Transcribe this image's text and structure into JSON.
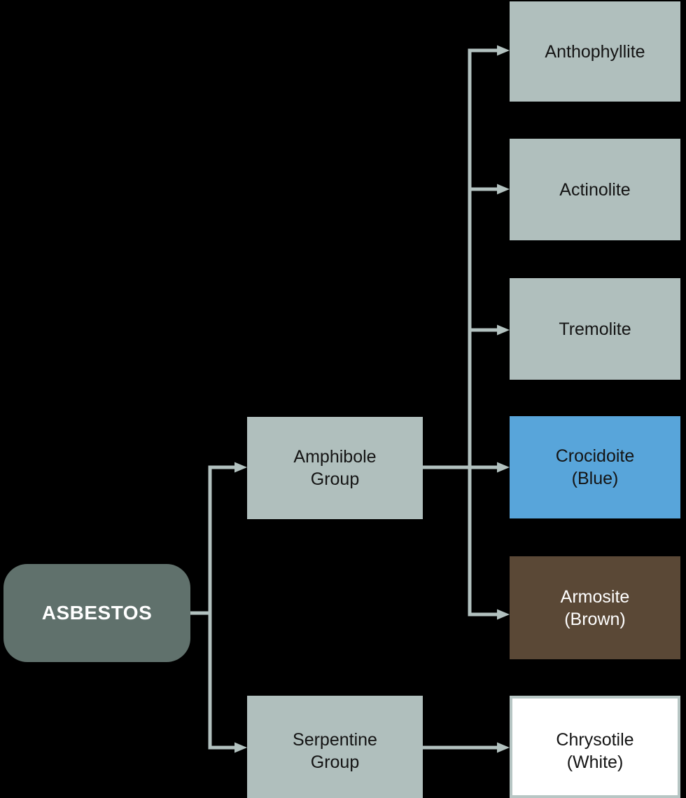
{
  "colors": {
    "background": "#000000",
    "node-gray": "#b0bfbd",
    "node-dark": "#60716c",
    "node-blue": "#58a5da",
    "node-brown": "#5a4836",
    "node-white": "#ffffff",
    "white-border": "#b7c6c4",
    "connector": "#b2c1bf",
    "text-dark": "#141414",
    "text-light": "#ffffff"
  },
  "nodes": {
    "root": {
      "label": "ASBESTOS"
    },
    "amphibole": {
      "line1": "Amphibole",
      "line2": "Group"
    },
    "serpentine": {
      "line1": "Serpentine",
      "line2": "Group"
    },
    "anthophyllite": {
      "label": "Anthophyllite"
    },
    "actinolite": {
      "label": "Actinolite"
    },
    "tremolite": {
      "label": "Tremolite"
    },
    "crocidoite": {
      "line1": "Crocidoite",
      "line2": "(Blue)"
    },
    "armosite": {
      "line1": "Armosite",
      "line2": "(Brown)"
    },
    "chrysotile": {
      "line1": "Chrysotile",
      "line2": "(White)"
    }
  },
  "structure": {
    "root": "ASBESTOS",
    "groups": [
      {
        "group": "Amphibole Group",
        "members": [
          "Anthophyllite",
          "Actinolite",
          "Tremolite",
          "Crocidoite (Blue)",
          "Armosite (Brown)"
        ]
      },
      {
        "group": "Serpentine Group",
        "members": [
          "Chrysotile (White)"
        ]
      }
    ]
  }
}
